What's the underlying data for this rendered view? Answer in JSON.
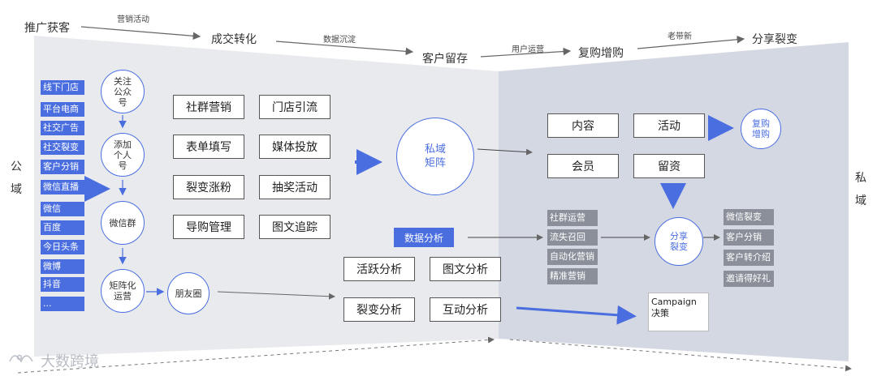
{
  "stages": {
    "stage1": "推广获客",
    "arrow1": "营销活动",
    "stage2": "成交转化",
    "arrow2": "数据沉淀",
    "stage3": "客户留存",
    "arrow3": "用户运营",
    "stage4": "复购增购",
    "arrow4": "老带新",
    "stage5": "分享裂变"
  },
  "side_labels": {
    "public": "公域",
    "private": "私域"
  },
  "channels": [
    "线下门店",
    "平台电商",
    "社交广告",
    "社交裂变",
    "客户分销",
    "微信直播",
    "微信",
    "百度",
    "今日头条",
    "微博",
    "抖音",
    "..."
  ],
  "flow_circles": {
    "follow": "关注公众号",
    "add_personal": "添加个人号",
    "wechat_group": "微信群",
    "matrix_ops": "矩阵化运营",
    "moments": "朋友圈"
  },
  "tactics": [
    "社群营销",
    "门店引流",
    "表单填写",
    "媒体投放",
    "裂变涨粉",
    "抽奖活动",
    "导购管理",
    "图文追踪"
  ],
  "private_matrix": "私域矩阵",
  "data_analysis": "数据分析",
  "analysis_boxes": [
    "活跃分析",
    "图文分析",
    "裂变分析",
    "互动分析"
  ],
  "retention_boxes": [
    "内容",
    "活动",
    "会员",
    "留资"
  ],
  "repurchase": "复购增购",
  "share": "分享裂变",
  "ops_tags": [
    "社群运营",
    "流失召回",
    "自动化营销",
    "精准营销"
  ],
  "share_tags": [
    "微信裂变",
    "客户分销",
    "客户转介绍",
    "邀请得好礼"
  ],
  "campaign": {
    "line1": "Campaign",
    "line2": "决策"
  },
  "logo": "大数跨境",
  "colors": {
    "accent": "#4a6ee0",
    "left_panel": "#e9eaee",
    "right_panel": "#d4d8e2",
    "tag_gray": "#8a8f99"
  }
}
